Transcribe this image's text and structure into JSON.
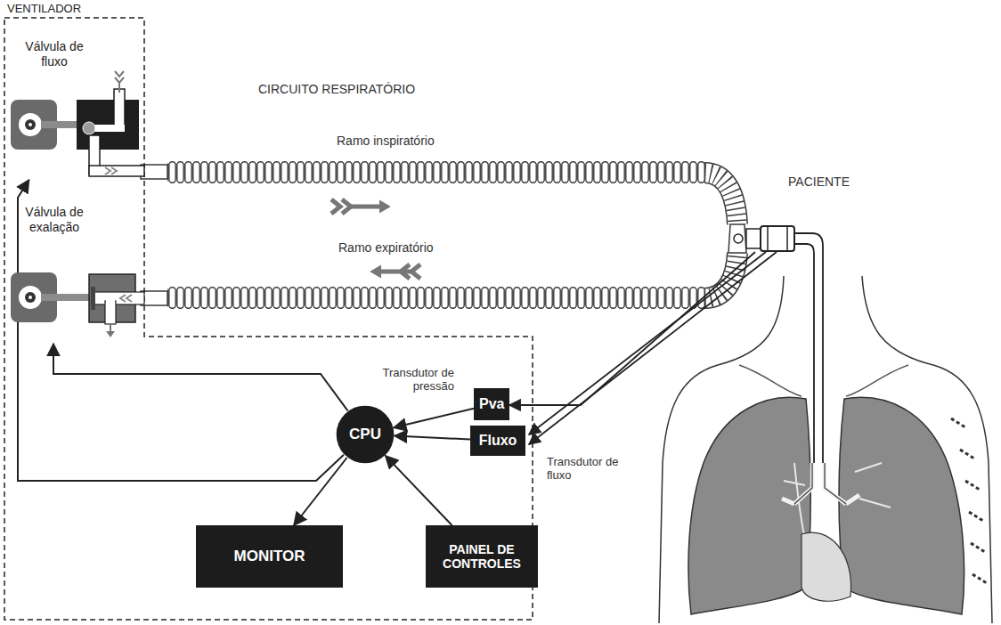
{
  "diagram": {
    "nodes": [
      {
        "text": [
          "VENTILADOR"
        ]
      },
      {
        "text": [
          "Válvula de fluxo"
        ],
        "in": 0
      },
      {
        "text": [
          "Válvula de exalação"
        ],
        "in": 0
      },
      {
        "text": [
          "Pva"
        ],
        "in": 0
      },
      {
        "text": [
          "CPU"
        ],
        "in": 0
      },
      {
        "text": [
          "Fluxo"
        ],
        "in": 0
      },
      {
        "text": [
          "MONITOR"
        ],
        "in": 0
      },
      {
        "text": [
          "PAINEL DE CONTROLES"
        ],
        "in": 0
      }
    ],
    "edges": [
      {
        "from": 4,
        "to": 1,
        "arrow": "to"
      },
      {
        "from": 4,
        "to": 2,
        "arrow": "to"
      },
      {
        "from": 3,
        "to": 4,
        "arrow": "to"
      },
      {
        "from": 5,
        "to": 4,
        "arrow": "to"
      },
      {
        "from": 4,
        "to": 6,
        "arrow": "to"
      },
      {
        "from": 7,
        "to": 4,
        "arrow": "to"
      }
    ],
    "labels": [
      "CIRCUITO RESPIRATÓRIO",
      "Ramo inspiratório",
      "Ramo expiratório",
      "PACIENTE",
      "Transdutor de pressão",
      "Transdutor de fluxo"
    ]
  }
}
